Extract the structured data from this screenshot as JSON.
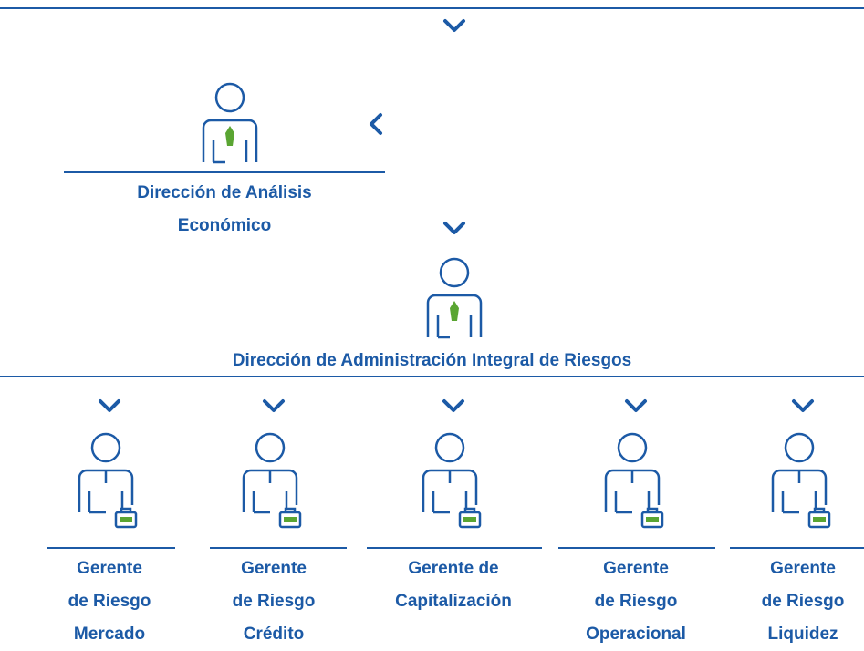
{
  "colors": {
    "primary": "#1c5aa6",
    "accent": "#5aa532"
  },
  "nodes": {
    "analisis": {
      "lines": [
        "Dirección de Análisis",
        "Económico"
      ],
      "icon": "executive-tie-icon"
    },
    "riesgos": {
      "title": "Dirección de Administración Integral de Riesgos",
      "icon": "executive-tie-icon"
    },
    "gerentes": [
      {
        "lines": [
          "Gerente",
          "de Riesgo",
          "Mercado"
        ],
        "icon": "manager-briefcase-icon"
      },
      {
        "lines": [
          "Gerente",
          "de Riesgo",
          "Crédito"
        ],
        "icon": "manager-briefcase-icon"
      },
      {
        "lines": [
          "Gerente de",
          "Capitalización"
        ],
        "icon": "manager-briefcase-icon"
      },
      {
        "lines": [
          "Gerente",
          "de Riesgo",
          "Operacional"
        ],
        "icon": "manager-briefcase-icon"
      },
      {
        "lines": [
          "Gerente",
          "de Riesgo",
          "Liquidez"
        ],
        "icon": "manager-briefcase-icon"
      }
    ]
  },
  "connectors": {
    "down": "chevron-down-icon",
    "left": "chevron-left-icon"
  }
}
